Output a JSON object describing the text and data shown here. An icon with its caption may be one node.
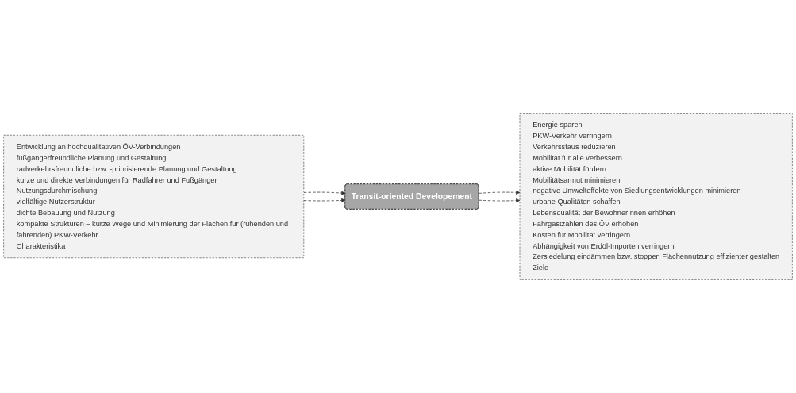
{
  "diagram": {
    "nodes": [
      {
        "text": [
          "Entwicklung an hochqualitativen ÖV-Verbindungen",
          "fußgängerfreundliche Planung und Gestaltung",
          "radverkehrsfreundliche bzw. -priorisierende Planung und Gestaltung",
          "kurze und direkte Verbindungen für Radfahrer und Fußgänger",
          "Nutzungsdurchmischung",
          "vielfältige Nutzerstruktur",
          "dichte Bebauung und Nutzung",
          "kompakte Strukturen – kurze Wege und Minimierung der Flächen für (ruhenden und fahrenden) PKW-Verkehr",
          "Charakteristika"
        ]
      },
      {
        "text": [
          "Transit-oriented Developement"
        ]
      },
      {
        "text": [
          "Energie sparen",
          "PKW-Verkehr verringern",
          "Verkehrsstaus reduzieren",
          "Mobilität für alle verbessern",
          "aktive Mobilität fördern",
          "Mobilitätsarmut minimieren",
          "negative Umwelteffekte von Siedlungsentwicklungen minimieren",
          "urbane Qualitäten schaffen",
          "Lebensqualität der BewohnerInnen erhöhen",
          "Fahrgastzahlen des ÖV erhöhen",
          "Kosten für Mobilität verringern",
          "Abhängigkeit von Erdöl-Importen verringern",
          "Zersiedelung eindämmen bzw. stoppen Flächennutzung effizienter gestalten",
          "Ziele"
        ]
      }
    ],
    "edges": [
      {
        "from": 0,
        "to": 1,
        "arrow": "to",
        "style": "dashed"
      },
      {
        "from": 0,
        "to": 1,
        "arrow": "to",
        "style": "dashed"
      },
      {
        "from": 1,
        "to": 2,
        "arrow": "to",
        "style": "dashed"
      },
      {
        "from": 1,
        "to": 2,
        "arrow": "to",
        "style": "dashed"
      }
    ]
  }
}
